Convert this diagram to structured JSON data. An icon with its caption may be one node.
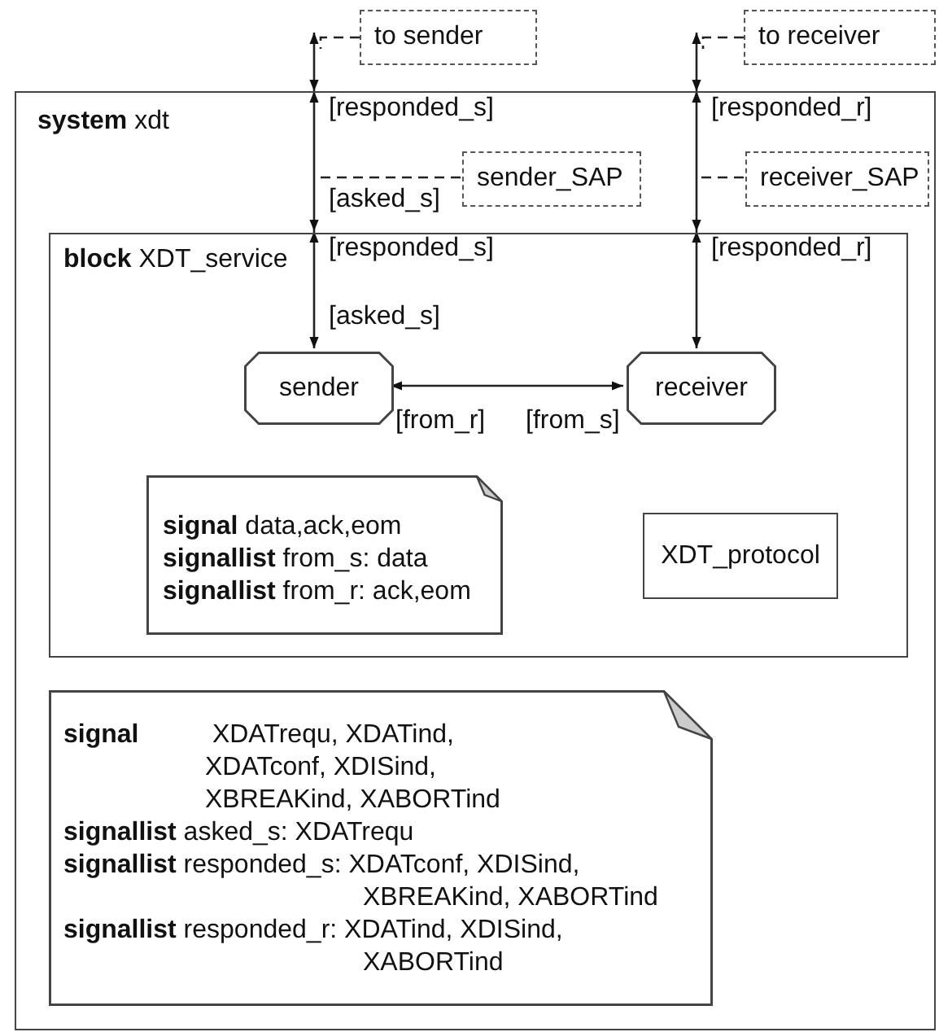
{
  "diagram": {
    "nodes": [
      {
        "text": [
          "**system** xdt"
        ]
      },
      {
        "text": [
          "**block** XDT_service"
        ],
        "in": 0
      },
      {
        "text": [
          "sender"
        ],
        "in": 1
      },
      {
        "text": [
          "receiver"
        ],
        "in": 1
      },
      {
        "text": [
          "**signal** data,ack,eom",
          "**signallist** from_s: data",
          "**signallist** from_r: ack,eom"
        ],
        "in": 1
      },
      {
        "text": [
          "XDT_protocol"
        ],
        "in": 1
      },
      {
        "text": [
          "**signal** XDATrequ, XDATind, XDATconf, XDISind, XBREAKind, XABORTind",
          "**signallist** asked_s: XDATrequ",
          "**signallist** responded_s: XDATconf, XDISind, XBREAKind, XABORTind",
          "**signallist** responded_r: XDATind, XDISind, XABORTind"
        ],
        "in": 0
      },
      {
        "text": [
          "to sender"
        ]
      },
      {
        "text": [
          "to receiver"
        ]
      },
      {
        "text": [
          "sender_SAP"
        ],
        "in": 0
      },
      {
        "text": [
          "receiver_SAP"
        ],
        "in": 0
      }
    ],
    "edges": [
      {
        "from": null,
        "to": 0,
        "arrow": "both"
      },
      {
        "from": 0,
        "to": 1,
        "arrow": "both",
        "label": "[responded_s]"
      },
      {
        "from": 1,
        "to": 2,
        "arrow": "both",
        "label": "[responded_s]"
      },
      {
        "from": null,
        "to": 0,
        "arrow": "both"
      },
      {
        "from": 0,
        "to": 1,
        "arrow": "both",
        "label": "[responded_r]"
      },
      {
        "from": 1,
        "to": 3,
        "arrow": "both",
        "label": "[responded_r]"
      },
      {
        "from": 2,
        "to": 3,
        "arrow": "both",
        "label": "[from_r]"
      },
      {
        "from": 7,
        "to": null,
        "arrow": "none",
        "style": "dashed"
      },
      {
        "from": 8,
        "to": null,
        "arrow": "none",
        "style": "dashed"
      },
      {
        "from": 9,
        "to": null,
        "arrow": "none",
        "style": "dashed"
      },
      {
        "from": 10,
        "to": null,
        "arrow": "none",
        "style": "dashed"
      }
    ],
    "labels": [
      "[asked_s]",
      "[asked_s]",
      "[from_s]"
    ]
  }
}
